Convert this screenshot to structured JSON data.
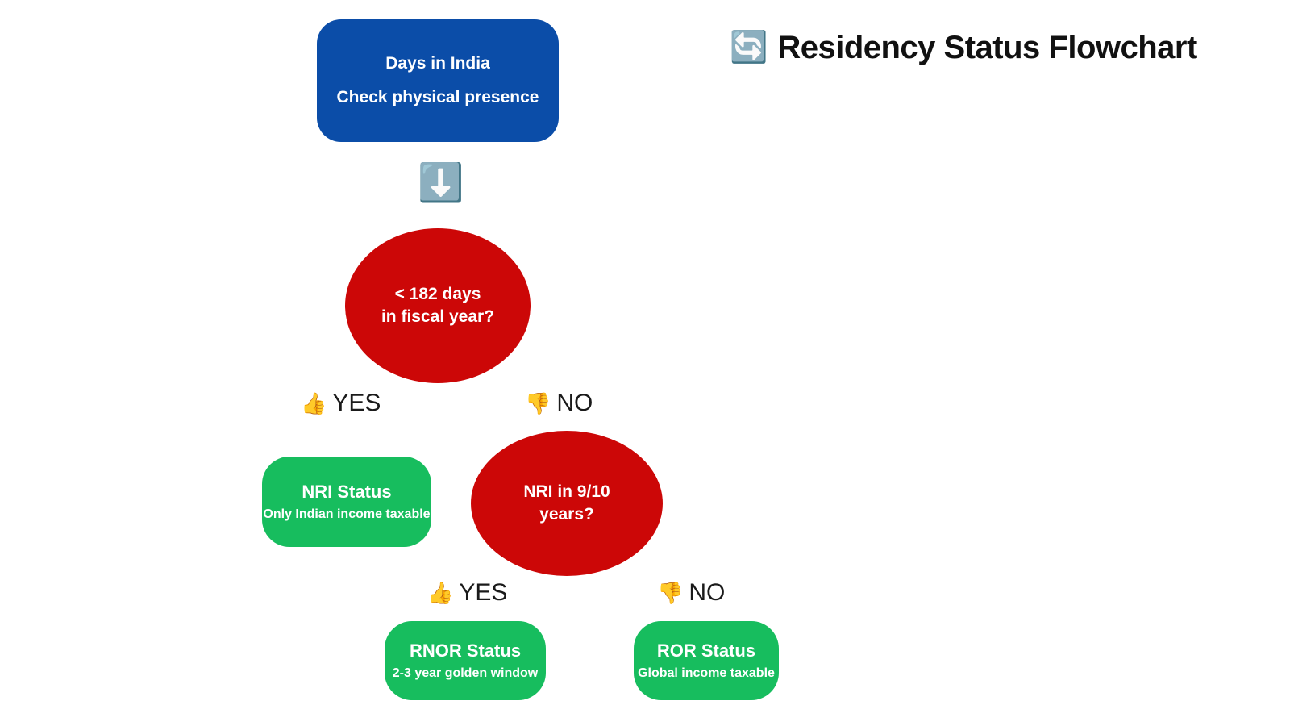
{
  "header": {
    "title": "Residency Status Flowchart",
    "icon": "refresh-arrows-icon",
    "icon_glyph": "🔄"
  },
  "colors": {
    "background": "#ffffff",
    "process": "#0B4DA8",
    "decision": "#CC0707",
    "terminal": "#17BD5E",
    "title_text": "#111111",
    "node_text": "#ffffff",
    "label_text": "#1a1a1a"
  },
  "chart_data": {
    "type": "diagram",
    "title": "Residency Status Flowchart",
    "nodes": [
      {
        "id": "start",
        "kind": "process",
        "title": "Days in India",
        "subtitle": "Check physical presence"
      },
      {
        "id": "decision-182",
        "kind": "decision",
        "title": "< 182 days\nin fiscal year?"
      },
      {
        "id": "nri-status",
        "kind": "terminal",
        "title": "NRI Status",
        "subtitle": "Only Indian income taxable"
      },
      {
        "id": "decision-9of10",
        "kind": "decision",
        "title": "NRI in 9/10\nyears?"
      },
      {
        "id": "rnor-status",
        "kind": "terminal",
        "title": "RNOR Status",
        "subtitle": "2-3 year golden window"
      },
      {
        "id": "ror-status",
        "kind": "terminal",
        "title": "ROR Status",
        "subtitle": "Global income taxable"
      }
    ],
    "edges": [
      {
        "from": "start",
        "to": "decision-182",
        "label": "",
        "glyph": "⬇️"
      },
      {
        "from": "decision-182",
        "to": "nri-status",
        "label": "YES",
        "glyph": "👍"
      },
      {
        "from": "decision-182",
        "to": "decision-9of10",
        "label": "NO",
        "glyph": "👎"
      },
      {
        "from": "decision-9of10",
        "to": "rnor-status",
        "label": "YES",
        "glyph": "👍"
      },
      {
        "from": "decision-9of10",
        "to": "ror-status",
        "label": "NO",
        "glyph": "👎"
      }
    ]
  }
}
